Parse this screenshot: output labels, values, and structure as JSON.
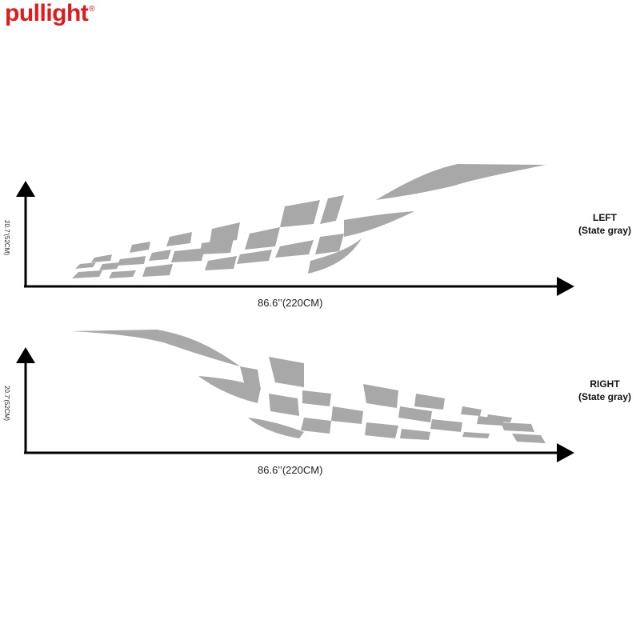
{
  "brand": {
    "name": "pullight",
    "mark": "®",
    "color": "#e01b1b"
  },
  "decal_color": "#a8a8a8",
  "panels": [
    {
      "id": "left",
      "side_label": "LEFT",
      "color_label": "(State gray)",
      "width_label": "86.6’’(220CM)",
      "height_label": "20.7’(52CM)"
    },
    {
      "id": "right",
      "side_label": "RIGHT",
      "color_label": "(State gray)",
      "width_label": "86.6’’(220CM)",
      "height_label": "20.7’(52CM)"
    }
  ]
}
